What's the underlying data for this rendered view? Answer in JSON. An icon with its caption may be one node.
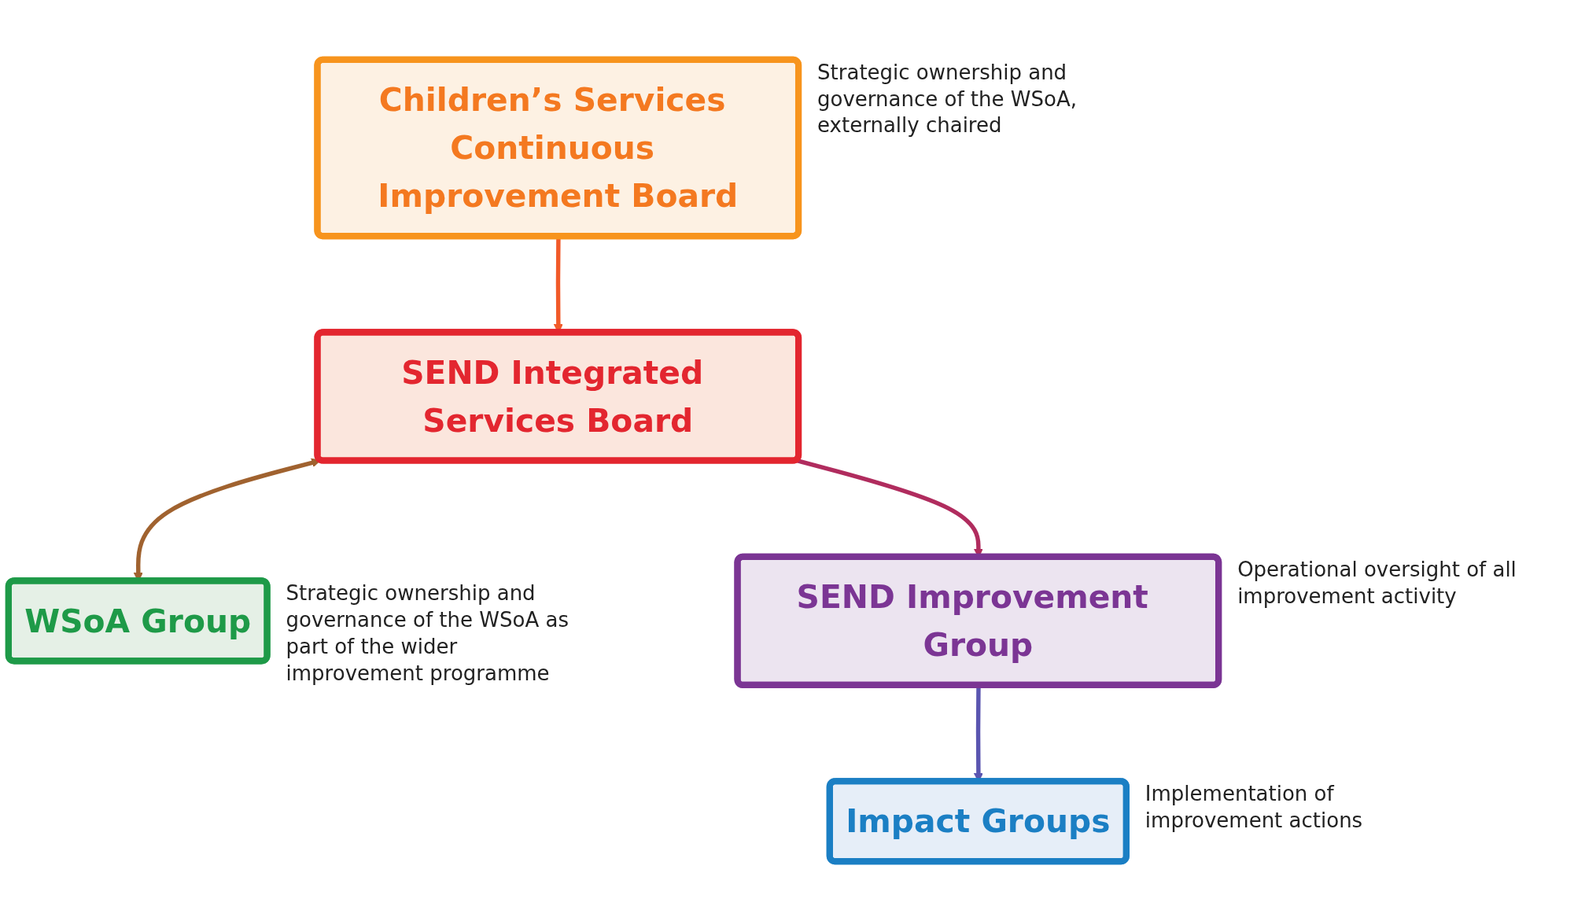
{
  "diagram": {
    "nodes": [
      {
        "text": [
          "Children’s Services Continuous Improvement Board"
        ],
        "beside": [
          "Strategic ownership and governance of the WSoA, externally chaired"
        ]
      },
      {
        "text": [
          "SEND Integrated Services Board"
        ]
      },
      {
        "text": [
          "WSoA Group"
        ],
        "beside": [
          "Strategic ownership and governance of the WSoA as part of the wider improvement programme"
        ]
      },
      {
        "text": [
          "SEND Improvement Group"
        ],
        "beside": [
          "Operational oversight of all improvement activity"
        ]
      },
      {
        "text": [
          "Impact Groups"
        ],
        "beside": [
          "Implementation of improvement actions"
        ]
      }
    ],
    "edges": [
      {
        "from": 0,
        "to": 1,
        "arrow": "to",
        "color": "#f15a29"
      },
      {
        "from": 1,
        "to": 2,
        "arrow": "both",
        "color": "#a0622f"
      },
      {
        "from": 1,
        "to": 3,
        "arrow": "to",
        "color": "#b02c5e"
      },
      {
        "from": 3,
        "to": 4,
        "arrow": "to",
        "color": "#5a55b0"
      }
    ]
  }
}
